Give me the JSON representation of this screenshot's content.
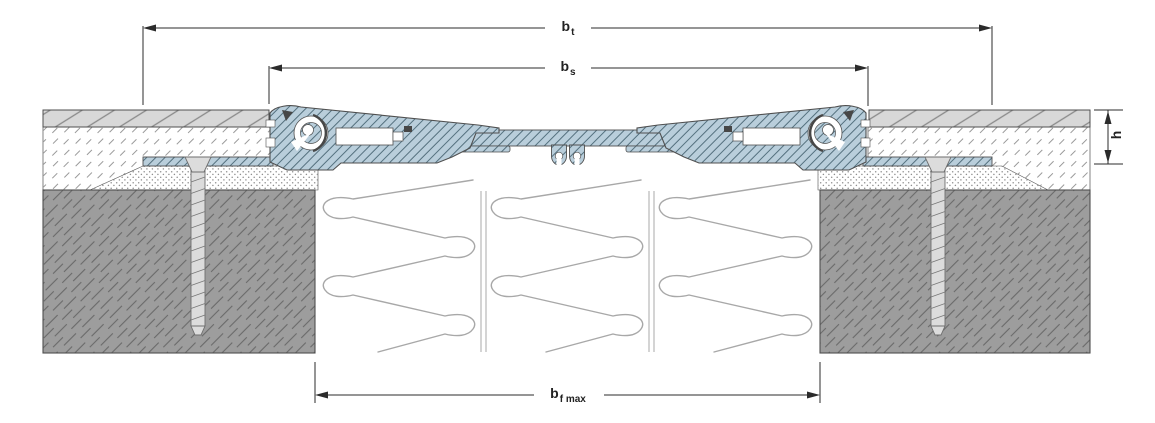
{
  "diagram": {
    "dimension_labels": {
      "bt": {
        "base": "b",
        "sub": "t"
      },
      "bs": {
        "base": "b",
        "sub": "s"
      },
      "bf_max": {
        "base": "b",
        "sub": "f max"
      },
      "h": {
        "base": "h"
      }
    },
    "colors": {
      "background": "#ffffff",
      "profile_fill": "#b9cedb",
      "profile_hatch": "#54707e",
      "tile_fill": "#d8d8d8",
      "tile_hatch": "#8a8a8a",
      "screed_hatch": "#9a9a9a",
      "mortar_dot": "#8f8f8f",
      "concrete_fill": "#9d9d9d",
      "concrete_hatch": "#6a6a6a",
      "foam_line": "#a8a8a8",
      "outline": "#4f4f4f",
      "dimension": "#2b2b2b",
      "screw_fill": "#dcdcdc",
      "screw_stroke": "#6e6e6e",
      "gasket": "#474747"
    }
  }
}
